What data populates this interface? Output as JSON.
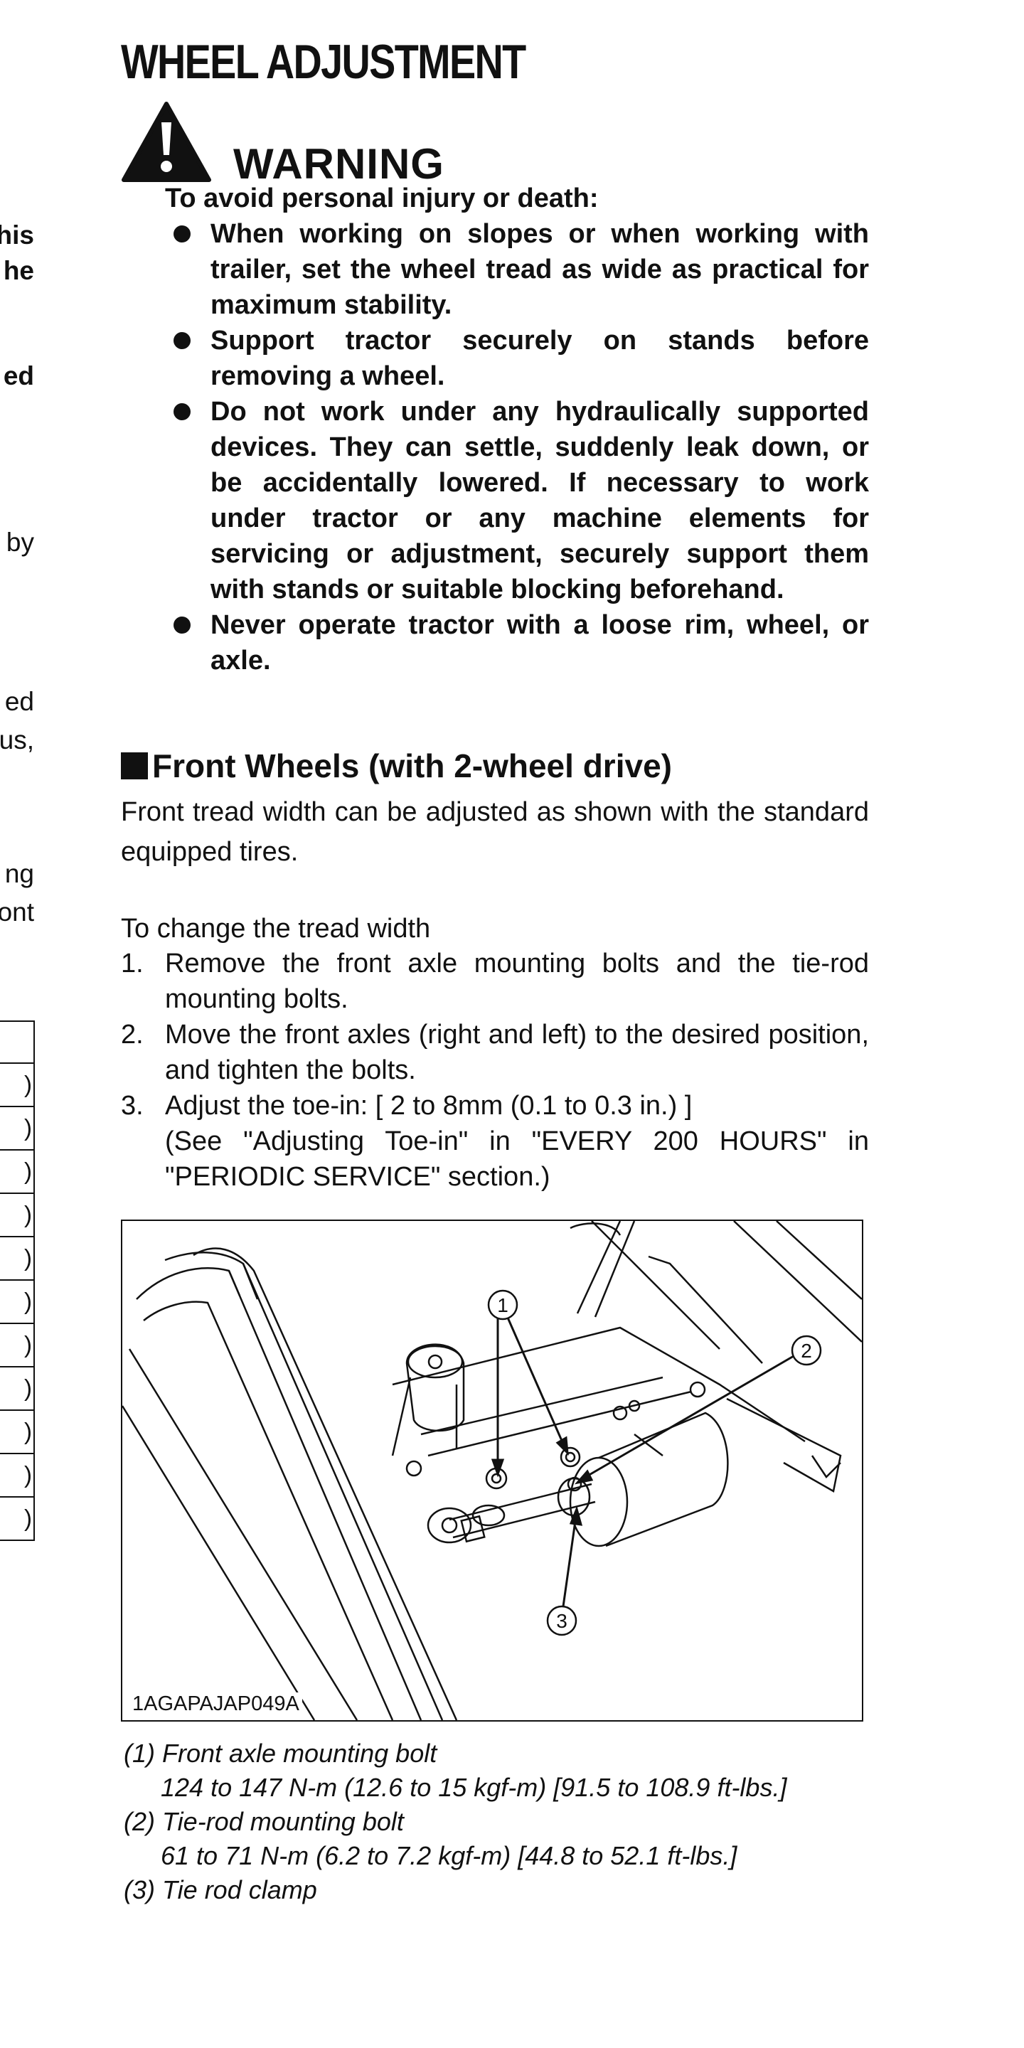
{
  "left_fragments": [
    {
      "text": "his",
      "top": 0,
      "bold": true
    },
    {
      "text": "he",
      "bold": true
    },
    {
      "text": "ed",
      "bold": true
    },
    {
      "text": "by",
      "bold": false
    },
    {
      "text": "ed",
      "bold": false
    },
    {
      "text": "us,",
      "bold": false
    },
    {
      "text": "ng",
      "bold": false
    },
    {
      "text": "ont",
      "bold": false
    }
  ],
  "left_table_cells": [
    "",
    ")",
    ")",
    ")",
    ")",
    ")",
    ")",
    ")",
    ")",
    ")",
    ")",
    ")"
  ],
  "title": "WHEEL ADJUSTMENT",
  "warning": {
    "heading": "WARNING",
    "intro": "To avoid personal injury or death:",
    "items": [
      "When working on slopes or when working with trailer, set the wheel tread as wide as practical for maximum stability.",
      "Support tractor securely on stands before removing a wheel.",
      "Do not work under any hydraulically supported devices. They can settle, suddenly leak down, or be accidentally lowered. If necessary to work under tractor or any machine elements for servicing or adjustment, securely support them with stands or suitable blocking beforehand.",
      "Never operate tractor with a loose rim, wheel, or axle."
    ]
  },
  "section": {
    "heading": "Front Wheels (with 2-wheel drive)",
    "intro": "Front tread width can be adjusted as shown with the standard equipped tires.",
    "steps_intro": "To change the tread width",
    "steps": [
      {
        "num": "1.",
        "text": "Remove the front axle mounting bolts and the tie-rod mounting bolts."
      },
      {
        "num": "2.",
        "text": "Move the front axles (right and left) to the desired position, and tighten the bolts."
      },
      {
        "num": "3.",
        "text": "Adjust the toe-in: [ 2 to 8mm (0.1 to 0.3 in.) ]",
        "sub": "(See \"Adjusting Toe-in\" in \"EVERY 200 HOURS\" in \"PERIODIC SERVICE\" section.)"
      }
    ]
  },
  "figure": {
    "code": "1AGAPAJAP049A",
    "callouts": [
      "1",
      "2",
      "3"
    ]
  },
  "captions": [
    {
      "label": "(1) Front axle mounting bolt",
      "spec": "124 to 147 N-m (12.6 to 15 kgf-m) [91.5 to 108.9 ft-lbs.]"
    },
    {
      "label": "(2) Tie-rod mounting bolt",
      "spec": "61 to 71 N-m (6.2 to 7.2 kgf-m) [44.8 to 52.1 ft-lbs.]"
    },
    {
      "label": "(3) Tie rod clamp",
      "spec": ""
    }
  ]
}
